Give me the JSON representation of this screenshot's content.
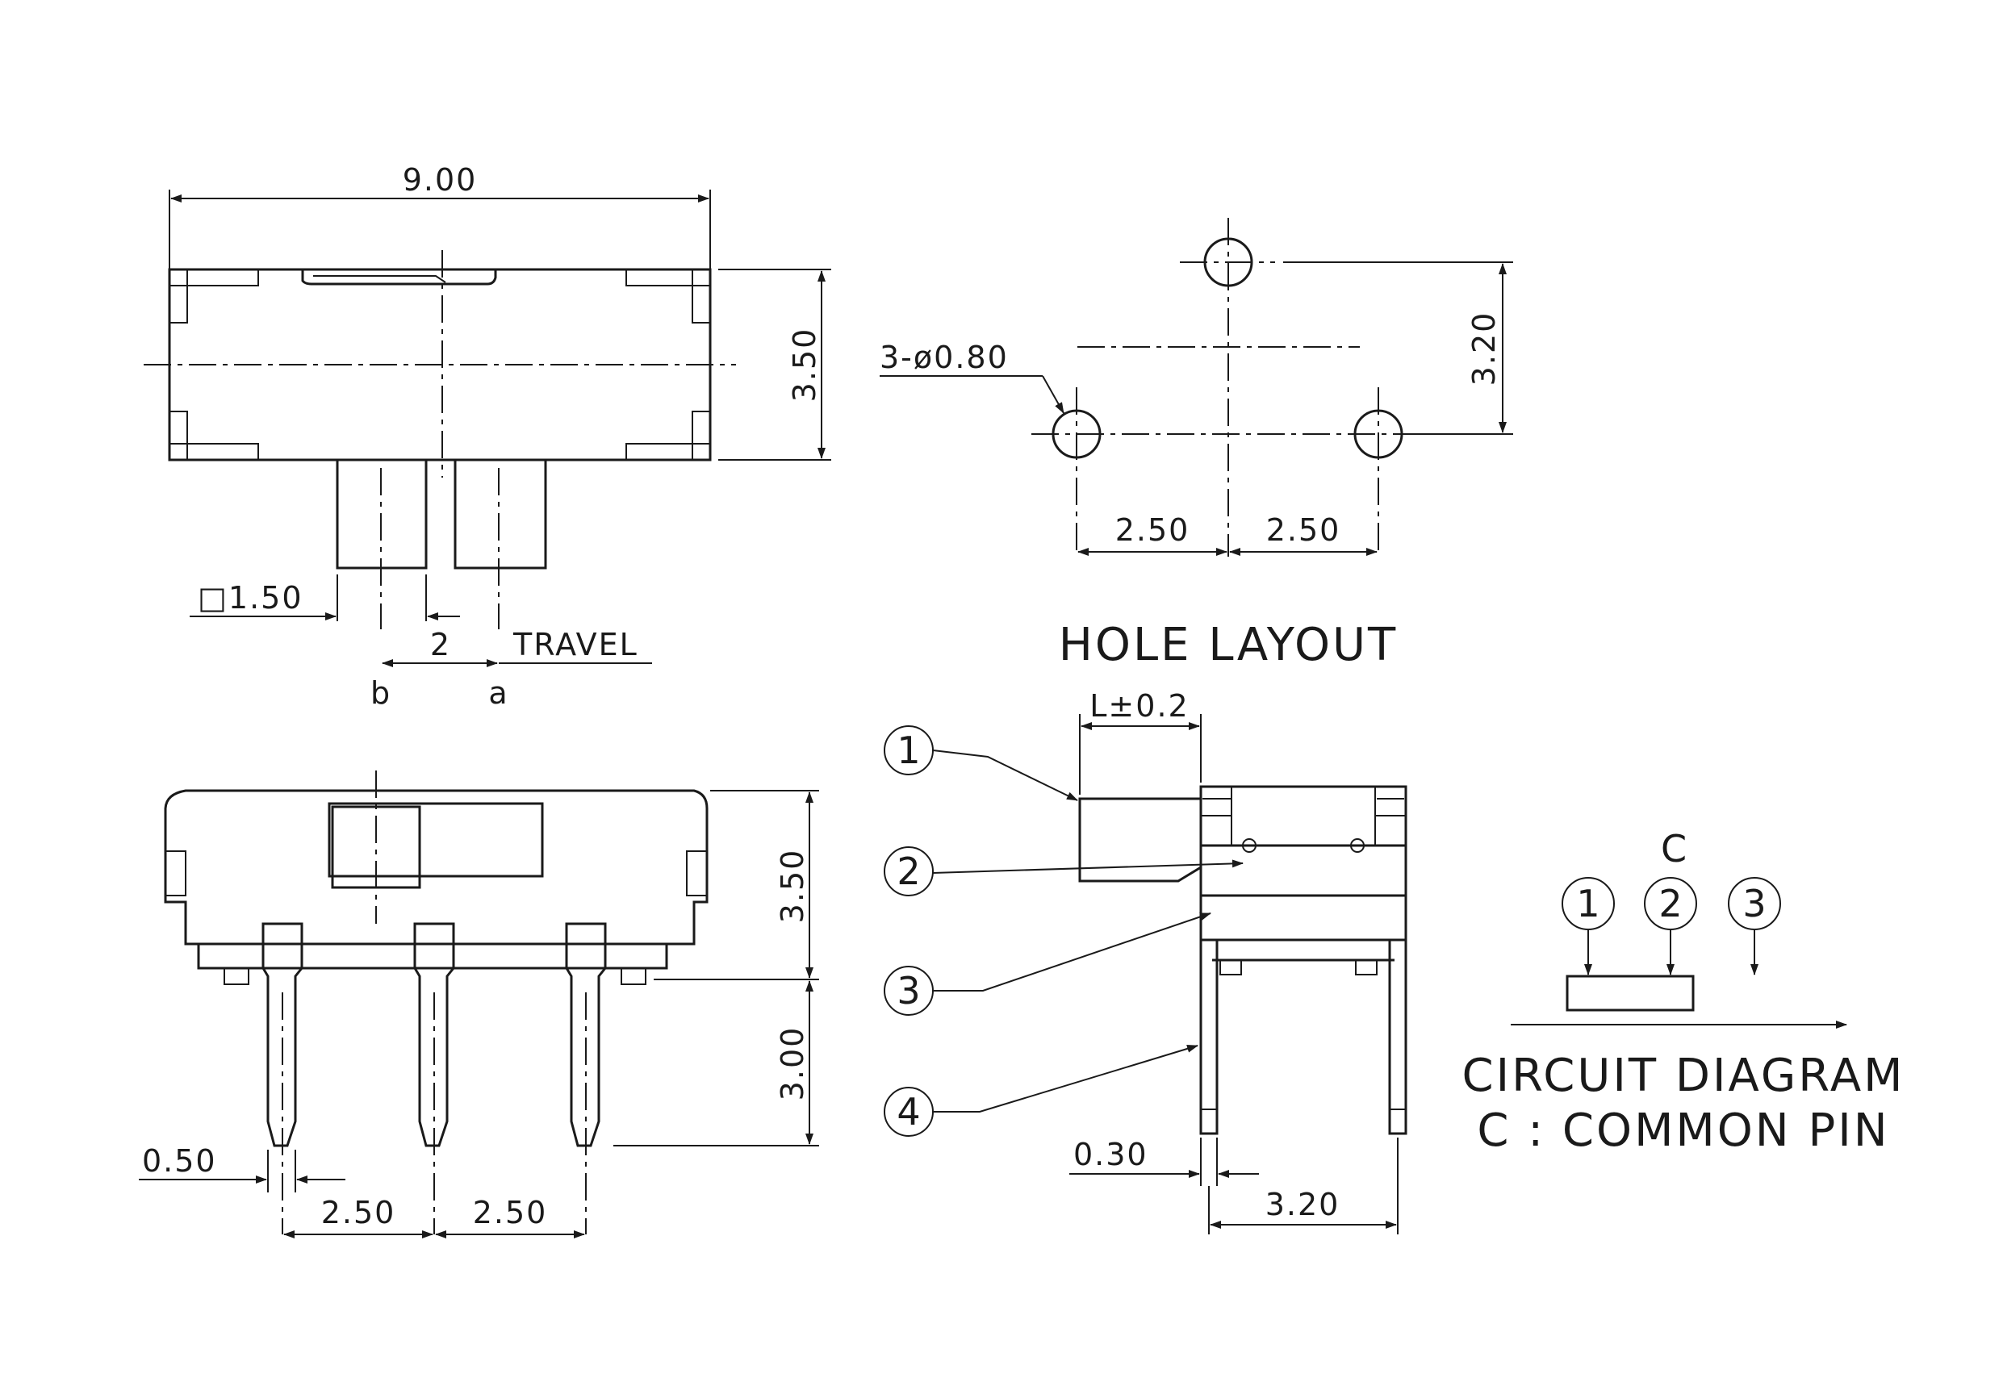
{
  "top_view": {
    "width_dim": "9.00",
    "height_dim": "3.50",
    "actuator_size": "□1.50",
    "travel_value": "2",
    "travel_label": "TRAVEL",
    "pos_b": "b",
    "pos_a": "a"
  },
  "hole_layout": {
    "hole_callout": "3-ø0.80",
    "vertical_dim": "3.20",
    "spacing_left": "2.50",
    "spacing_right": "2.50",
    "title": "HOLE LAYOUT"
  },
  "front_view": {
    "body_height_dim": "3.50",
    "pin_length_dim": "3.00",
    "pin_width_dim": "0.50",
    "pitch_left": "2.50",
    "pitch_right": "2.50"
  },
  "side_view": {
    "length_dim": "L±0.2",
    "pin_thickness_dim": "0.30",
    "width_dim": "3.20",
    "callouts": [
      "1",
      "2",
      "3",
      "4"
    ]
  },
  "circuit": {
    "common_label": "C",
    "pins": [
      "1",
      "2",
      "3"
    ],
    "title": "CIRCUIT DIAGRAM",
    "subtitle": "C : COMMON PIN"
  }
}
